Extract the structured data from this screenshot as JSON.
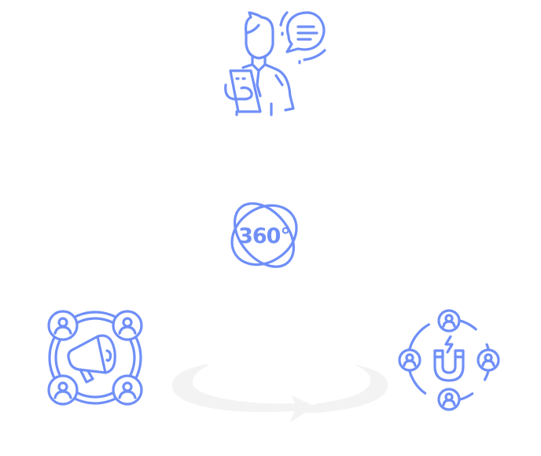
{
  "colors": {
    "icon_stroke": "#6f8ff7",
    "arrow_fill": "#f3f3f3",
    "background": "#ffffff"
  },
  "icons": {
    "consultant": {
      "name": "consultant-with-speech-bubble"
    },
    "view360": {
      "name": "360-degree-view",
      "label": "360°"
    },
    "megaphone": {
      "name": "megaphone-community"
    },
    "magnet": {
      "name": "customer-magnet"
    },
    "cycle_arrow": {
      "name": "circular-cycle-arrow"
    }
  }
}
